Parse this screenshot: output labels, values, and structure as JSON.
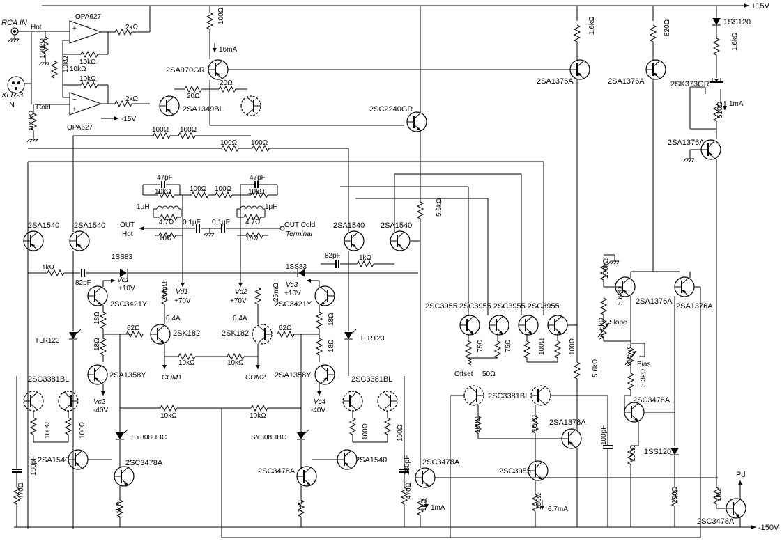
{
  "rails": {
    "pos": "+15V",
    "neg": "-150V"
  },
  "inputs": {
    "rca": "RCA IN",
    "hot": "Hot",
    "xlr": "XLR-3",
    "xlr_in": "IN",
    "cold": "Cold"
  },
  "labels": {
    "opa_a": "OPA627",
    "opa_b": "OPA627",
    "neg15": "-15V",
    "r_in1": "100kΩ",
    "r_in2": "100kΩ",
    "r_10k_a": "10kΩ",
    "r_10k_b": "10kΩ",
    "r_10k_c": "10kΩ",
    "r_10k_d": "10kΩ",
    "r_2k_a": "2kΩ",
    "r_2k_b": "2kΩ",
    "r_100_top": "100Ω",
    "i_16ma": "16mA",
    "q_970": "2SA970GR",
    "q_1349": "2SA1349BL",
    "r_20a": "20Ω",
    "r_20b": "20Ω",
    "r_100a": "100Ω",
    "r_100b": "100Ω",
    "r_100c": "100Ω",
    "r_100d": "100Ω",
    "q_2240": "2SC2240GR",
    "r_16k_a": "1.6kΩ",
    "r_820": "820Ω",
    "d_1ss120": "1SS120",
    "r_16k_b": "1.6kΩ",
    "q_1376a": "2SA1376A",
    "q_1376b": "2SA1376A",
    "q_373": "2SK373GR",
    "r_510": "510Ω",
    "i_1ma": "1mA",
    "q_1376c": "2SA1376A",
    "c_47a": "47pF",
    "c_47b": "47pF",
    "r_10k_e": "10kΩ",
    "r_10k_f": "10kΩ",
    "r_100e": "100Ω",
    "r_100f": "100Ω",
    "l_1uh_a": "1μH",
    "l_1uh_b": "1μH",
    "r_47a": "4.7Ω",
    "r_47b": "4.7Ω",
    "c_01a": "0.1μF",
    "c_01b": "0.1μF",
    "r_10a": "10Ω",
    "r_10b": "10Ω",
    "out_hot": "OUT",
    "out_hot2": "Hot",
    "out_cold": "OUT Cold",
    "terminal": "Terminal",
    "q_1540a": "2SA1540",
    "q_1540b": "2SA1540",
    "q_1540c": "2SA1540",
    "q_1540d": "2SA1540",
    "r_56k_a": "5.6kΩ",
    "r_1k_a": "1kΩ",
    "d_1ss83a": "1SS83",
    "d_1ss83b": "1SS83",
    "c_82a": "82pF",
    "c_82b": "82pF",
    "r_1k_b": "1kΩ",
    "vc1": "Vc1",
    "vc1v": "+10V",
    "vc3": "Vc3",
    "vc3v": "+10V",
    "q_3421a": "2SC3421Y",
    "q_3421b": "2SC3421Y",
    "r_25m_a": "25mΩ",
    "r_25m_b": "25mΩ",
    "vd1": "Vd1",
    "vd1v": "+70V",
    "vd2": "Vd2",
    "vd2v": "+70V",
    "i_04a": "0.4A",
    "i_04b": "0.4A",
    "r_18a": "18Ω",
    "r_18b": "18Ω",
    "r_18c": "18Ω",
    "r_18d": "18Ω",
    "r_62a": "62Ω",
    "r_62b": "62Ω",
    "q_182a": "2SK182",
    "q_182b": "2SK182",
    "tlr_a": "TLR123",
    "tlr_b": "TLR123",
    "r_10k_g": "10kΩ",
    "r_10k_h": "10kΩ",
    "com1": "COM1",
    "com2": "COM2",
    "q_1358a": "2SA1358Y",
    "q_1358b": "2SA1358Y",
    "vc2": "Vc2",
    "vc2v": "-40V",
    "vc4": "Vc4",
    "vc4v": "-40V",
    "q_3381a": "2SC3381BL",
    "q_3381b": "2SC3381BL",
    "q_3381c": "2SC3381BL",
    "r_100g": "100Ω",
    "r_100h": "100Ω",
    "r_100i": "100Ω",
    "r_100j": "100Ω",
    "r_10k_i": "10kΩ",
    "r_10k_j": "10kΩ",
    "sy_a": "SY308HBC",
    "sy_b": "SY308HBC",
    "q_1540e": "2SA1540",
    "q_1540f": "2SA1540",
    "q_3478a": "2SC3478A",
    "q_3478b": "2SC3478A",
    "q_3478c": "2SC3478A",
    "c_180a": "180pF",
    "c_180b": "180pF",
    "r_470a": "470Ω",
    "r_470b": "470Ω",
    "r_1k_c": "1kΩ",
    "r_1k_d": "1kΩ",
    "r_1k_e": "1kΩ",
    "i_1ma_b": "1mA",
    "q_3955hdr": "2SC3955 2SC3955 2SC3955 2SC3955",
    "r_75a": "75Ω",
    "r_75b": "75Ω",
    "r_100k": "100Ω",
    "r_100l": "100Ω",
    "offset": "Offset",
    "r_50": "50Ω",
    "r_56k_b": "5.6kΩ",
    "q_1376d": "2SA1376A",
    "r_100m": "100Ω",
    "r_100n": "100Ω",
    "q_3955b": "2SC3955",
    "r_150": "150Ω",
    "i_67ma": "6.7mA",
    "c_100p": "100pF",
    "r_100k_b": "100kΩ",
    "r_56k_c": "5.6kΩ",
    "vr5k_a": "VR5kΩ",
    "slope": "Slope",
    "vr5k_b": "VR5kΩ",
    "bias": "Bias",
    "r_33k": "3.3kΩ",
    "q_1376e": "2SA1376A",
    "q_1376f": "2SA1376A",
    "q_3478d": "2SC3478A",
    "d_1ss120b": "1SS120",
    "r_100o": "100Ω",
    "r_100p": "100Ω",
    "r_1k_f": "1kΩ",
    "pd": "Pd",
    "q_3478e": "2SC3478A"
  }
}
